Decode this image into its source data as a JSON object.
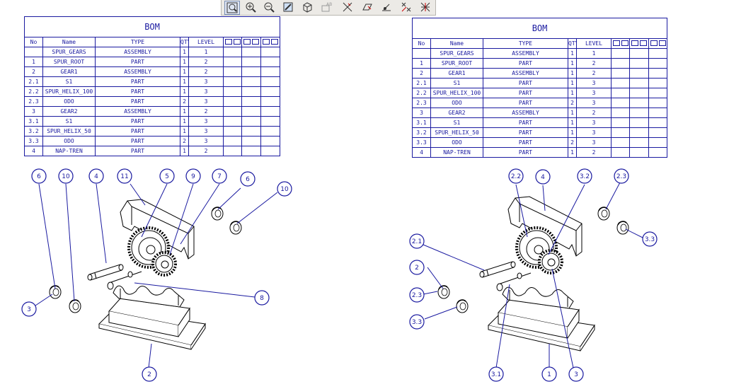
{
  "toolbar": {
    "buttons": [
      {
        "icon": "zoom-window-icon",
        "active": true
      },
      {
        "icon": "zoom-in-icon"
      },
      {
        "icon": "zoom-out-icon"
      },
      {
        "icon": "repaint-icon"
      },
      {
        "icon": "display-style-icon"
      },
      {
        "icon": "annotation-display-icon"
      },
      {
        "icon": "datum-axis-icon"
      },
      {
        "icon": "datum-plane-icon"
      },
      {
        "icon": "datum-point-icon"
      },
      {
        "icon": "coordinate-system-icon"
      },
      {
        "icon": "spin-center-icon"
      }
    ]
  },
  "bom_left": {
    "title": "BOM",
    "headers": [
      "No",
      "Name",
      "TYPE",
      "QTY",
      "LEVEL"
    ],
    "rows": [
      [
        "",
        "SPUR_GEARS",
        "ASSEMBLY",
        "1",
        "1"
      ],
      [
        "1",
        "SPUR_ROOT",
        "PART",
        "1",
        "2"
      ],
      [
        "2",
        "GEAR1",
        "ASSEMBLY",
        "1",
        "2"
      ],
      [
        "2.1",
        "S1",
        "PART",
        "1",
        "3"
      ],
      [
        "2.2",
        "SPUR_HELIX_100",
        "PART",
        "1",
        "3"
      ],
      [
        "2.3",
        "ODO",
        "PART",
        "2",
        "3"
      ],
      [
        "3",
        "GEAR2",
        "ASSEMBLY",
        "1",
        "2"
      ],
      [
        "3.1",
        "S1",
        "PART",
        "1",
        "3"
      ],
      [
        "3.2",
        "SPUR_HELIX_50",
        "PART",
        "1",
        "3"
      ],
      [
        "3.3",
        "ODO",
        "PART",
        "2",
        "3"
      ],
      [
        "4",
        "NAP-TREN",
        "PART",
        "1",
        "2"
      ]
    ]
  },
  "bom_right": {
    "title": "BOM",
    "headers": [
      "No",
      "Name",
      "TYPE",
      "QTY",
      "LEVEL"
    ],
    "rows": [
      [
        "",
        "SPUR_GEARS",
        "ASSEMBLY",
        "1",
        "1"
      ],
      [
        "1",
        "SPUR_ROOT",
        "PART",
        "1",
        "2"
      ],
      [
        "2",
        "GEAR1",
        "ASSEMBLY",
        "1",
        "2"
      ],
      [
        "2.1",
        "S1",
        "PART",
        "1",
        "3"
      ],
      [
        "2.2",
        "SPUR_HELIX_100",
        "PART",
        "1",
        "3"
      ],
      [
        "2.3",
        "ODO",
        "PART",
        "2",
        "3"
      ],
      [
        "3",
        "GEAR2",
        "ASSEMBLY",
        "1",
        "2"
      ],
      [
        "3.1",
        "S1",
        "PART",
        "1",
        "3"
      ],
      [
        "3.2",
        "SPUR_HELIX_50",
        "PART",
        "1",
        "3"
      ],
      [
        "3.3",
        "ODO",
        "PART",
        "2",
        "3"
      ],
      [
        "4",
        "NAP-TREN",
        "PART",
        "1",
        "2"
      ]
    ]
  },
  "balloons_left": [
    "6",
    "10",
    "4",
    "11",
    "5",
    "9",
    "7",
    "6",
    "10",
    "8",
    "3",
    "2"
  ],
  "balloons_right": [
    "2.2",
    "4",
    "3.2",
    "2.3",
    "3.3",
    "2.1",
    "2",
    "2.3",
    "3.3",
    "3.1",
    "1",
    "3"
  ],
  "colors": {
    "annotation": "#1a1aa0",
    "geometry": "#000000",
    "toolbar_bg": "#eceae6"
  }
}
